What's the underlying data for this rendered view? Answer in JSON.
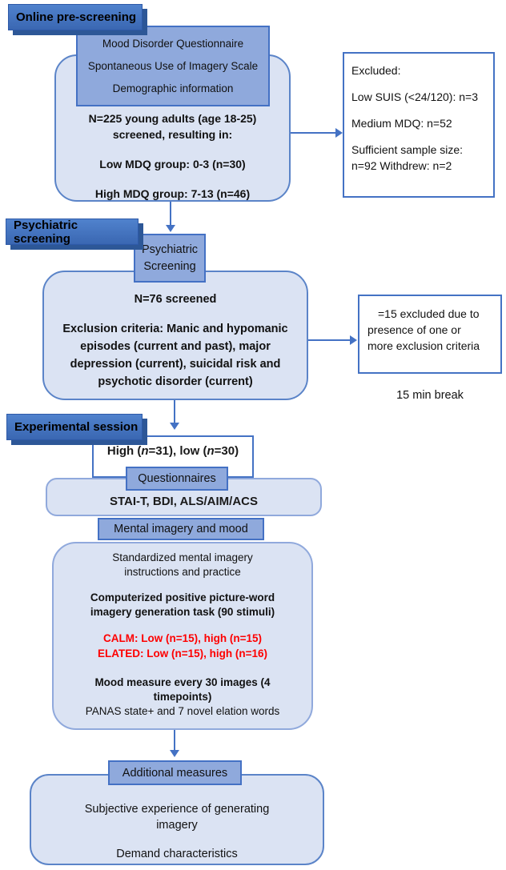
{
  "palette": {
    "accent_blue": "#4472c4",
    "blue_box_fill": "#8fa9dc",
    "light_box_fill": "#dbe3f3",
    "label_gradient_top": "#5082cd",
    "label_gradient_bottom": "#3a67b2",
    "label_shadow": "#2d5797",
    "red_text": "#fe0000"
  },
  "online": {
    "label": "Online pre-screening",
    "measures_box": {
      "line1": "Mood Disorder Questionnaire",
      "line2": "Spontaneous Use of Imagery Scale",
      "line3": "Demographic information"
    },
    "result_box": {
      "line1": "N=225 young adults (age 18-25)",
      "line2": "screened, resulting in:",
      "line3": "Low MDQ group: 0-3 (n=30)",
      "line4": "High MDQ group: 7-13 (n=46)"
    },
    "excluded_box": {
      "title": "Excluded:",
      "p1": "Low SUIS (<24/120): n=3",
      "p2": "Medium MDQ: n=52",
      "p3a": "Sufficient sample size:",
      "p3b": "n=92 Withdrew: n=2"
    }
  },
  "psychiatric": {
    "label": "Psychiatric screening",
    "step_box": {
      "line1": "Psychiatric",
      "line2": "Screening"
    },
    "result_box": {
      "line1": "N=76 screened",
      "p1": "Exclusion criteria: Manic and hypomanic",
      "p2": "episodes (current and past), major",
      "p3": "depression (current), suicidal risk and",
      "p4": "psychotic disorder (current)"
    },
    "excluded_box": {
      "line1": "=15 excluded due to",
      "line2": "presence of one or",
      "line3": "more exclusion criteria"
    },
    "break_note": "15 min break"
  },
  "experimental": {
    "label": "Experimental session",
    "groups_box": {
      "part1": "High (",
      "n1": "n",
      "part2": "=31), low (",
      "n2": "n",
      "part3": "=30)"
    },
    "questionnaires_header": "Questionnaires",
    "questionnaires_list": "STAI-T, BDI, ALS/AIM/ACS",
    "imagery_header": "Mental imagery and mood",
    "imagery_box": {
      "line1": "Standardized mental imagery",
      "line2": "instructions and practice",
      "bold1": "Computerized positive picture-word",
      "bold2": "imagery generation task (90 stimuli)",
      "red1": "CALM: Low (n=15), high (n=15)",
      "red2": "ELATED: Low (n=15), high (n=16)",
      "bold3": "Mood measure every 30 images (4",
      "bold4": "timepoints)",
      "line3": "PANAS state+ and 7 novel elation words"
    }
  },
  "additional": {
    "header": "Additional measures",
    "box": {
      "line1": "Subjective experience of generating",
      "line2": "imagery",
      "line3": "Demand characteristics"
    }
  }
}
